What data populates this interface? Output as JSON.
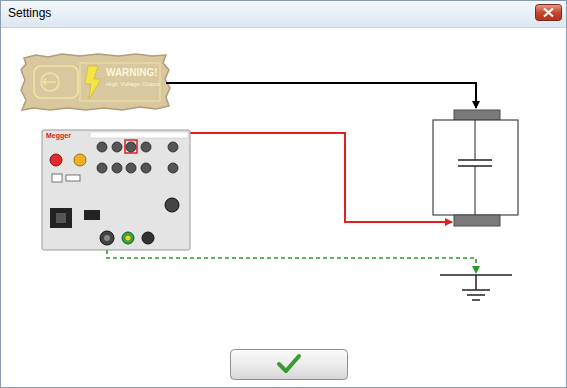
{
  "diagram": {
    "title": "Settings",
    "nodes": [
      {
        "text": [
          "WARNING!",
          "High Voltage Output"
        ]
      },
      {
        "text": [
          "Megger"
        ]
      }
    ]
  }
}
